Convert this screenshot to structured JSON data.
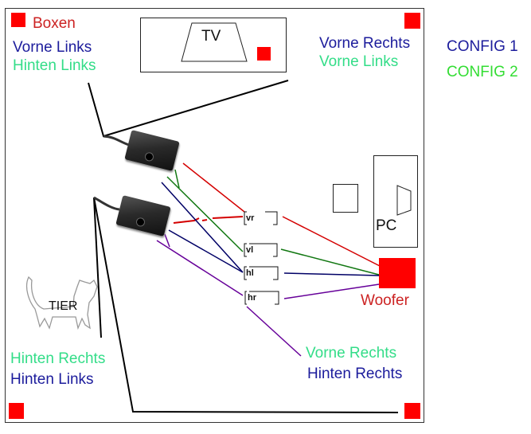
{
  "diagram": {
    "title": "Boxen",
    "legend": [
      {
        "label": "CONFIG 1",
        "color": "#1c1c9c"
      },
      {
        "label": "CONFIG 2",
        "color": "#33dd33"
      }
    ],
    "colors": {
      "speaker": "#ff0000",
      "config1_text": "#1c1c9c",
      "config2_text": "#33dd88",
      "cable_red": "#d40000",
      "cable_green": "#117711",
      "cable_blue": "#000066",
      "cable_purple": "#660099"
    },
    "speakers": {
      "top_left": {
        "config1": "Vorne Links",
        "config2": "Hinten Links"
      },
      "top_right": {
        "config1": "Vorne Rechts",
        "config2": "Vorne Links"
      },
      "bottom_left": {
        "config1": "Hinten Links",
        "config2": "Hinten Rechts"
      },
      "bottom_right": {
        "config1": "Hinten Rechts",
        "config2": "Vorne Rechts"
      }
    },
    "furniture": {
      "tv": "TV",
      "pc": "PC",
      "woofer": "Woofer",
      "animal": "TIER"
    },
    "channels": [
      "vr",
      "vl",
      "hl",
      "hr"
    ]
  }
}
